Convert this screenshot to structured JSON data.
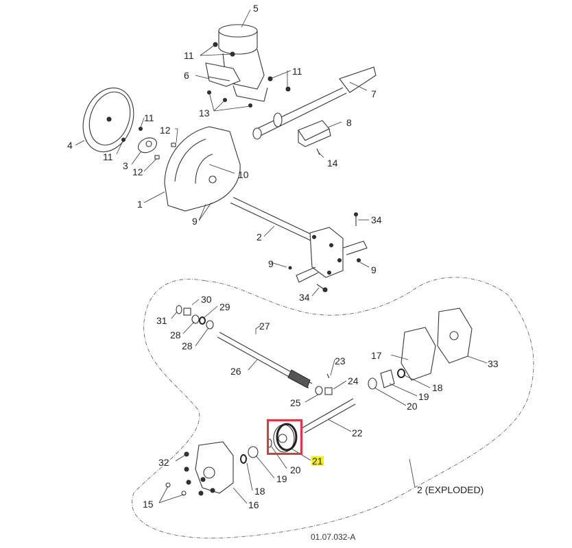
{
  "diagram": {
    "type": "exploded parts diagram",
    "drawing_code": "01.07.032-A",
    "exploded_label": "2 (EXPLODED)",
    "highlight": {
      "part": "21",
      "box_color": "#e8333c",
      "label_color": "#f7ef1f"
    },
    "callouts": [
      {
        "id": "c5",
        "text": "5"
      },
      {
        "id": "c11a",
        "text": "11"
      },
      {
        "id": "c6",
        "text": "6"
      },
      {
        "id": "c11b",
        "text": "11"
      },
      {
        "id": "c7",
        "text": "7"
      },
      {
        "id": "c13",
        "text": "13"
      },
      {
        "id": "c4",
        "text": "4"
      },
      {
        "id": "c11c",
        "text": "11"
      },
      {
        "id": "c11d",
        "text": "11"
      },
      {
        "id": "c12a",
        "text": "12"
      },
      {
        "id": "c3",
        "text": "3"
      },
      {
        "id": "c12b",
        "text": "12"
      },
      {
        "id": "c8",
        "text": "8"
      },
      {
        "id": "c14",
        "text": "14"
      },
      {
        "id": "c10",
        "text": "10"
      },
      {
        "id": "c1",
        "text": "1"
      },
      {
        "id": "c9a",
        "text": "9"
      },
      {
        "id": "c34a",
        "text": "34"
      },
      {
        "id": "c2",
        "text": "2"
      },
      {
        "id": "c9b",
        "text": "9"
      },
      {
        "id": "c9c",
        "text": "9"
      },
      {
        "id": "c34b",
        "text": "34"
      },
      {
        "id": "c30",
        "text": "30"
      },
      {
        "id": "c29",
        "text": "29"
      },
      {
        "id": "c31",
        "text": "31"
      },
      {
        "id": "c28a",
        "text": "28"
      },
      {
        "id": "c28b",
        "text": "28"
      },
      {
        "id": "c27",
        "text": "27"
      },
      {
        "id": "c17",
        "text": "17"
      },
      {
        "id": "c33",
        "text": "33"
      },
      {
        "id": "c26",
        "text": "26"
      },
      {
        "id": "c23",
        "text": "23"
      },
      {
        "id": "c24",
        "text": "24"
      },
      {
        "id": "c18a",
        "text": "18"
      },
      {
        "id": "c25",
        "text": "25"
      },
      {
        "id": "c19a",
        "text": "19"
      },
      {
        "id": "c20a",
        "text": "20"
      },
      {
        "id": "c22",
        "text": "22"
      },
      {
        "id": "c21",
        "text": "21"
      },
      {
        "id": "c32",
        "text": "32"
      },
      {
        "id": "c20b",
        "text": "20"
      },
      {
        "id": "c19b",
        "text": "19"
      },
      {
        "id": "c18b",
        "text": "18"
      },
      {
        "id": "c15",
        "text": "15"
      },
      {
        "id": "c16",
        "text": "16"
      }
    ]
  }
}
